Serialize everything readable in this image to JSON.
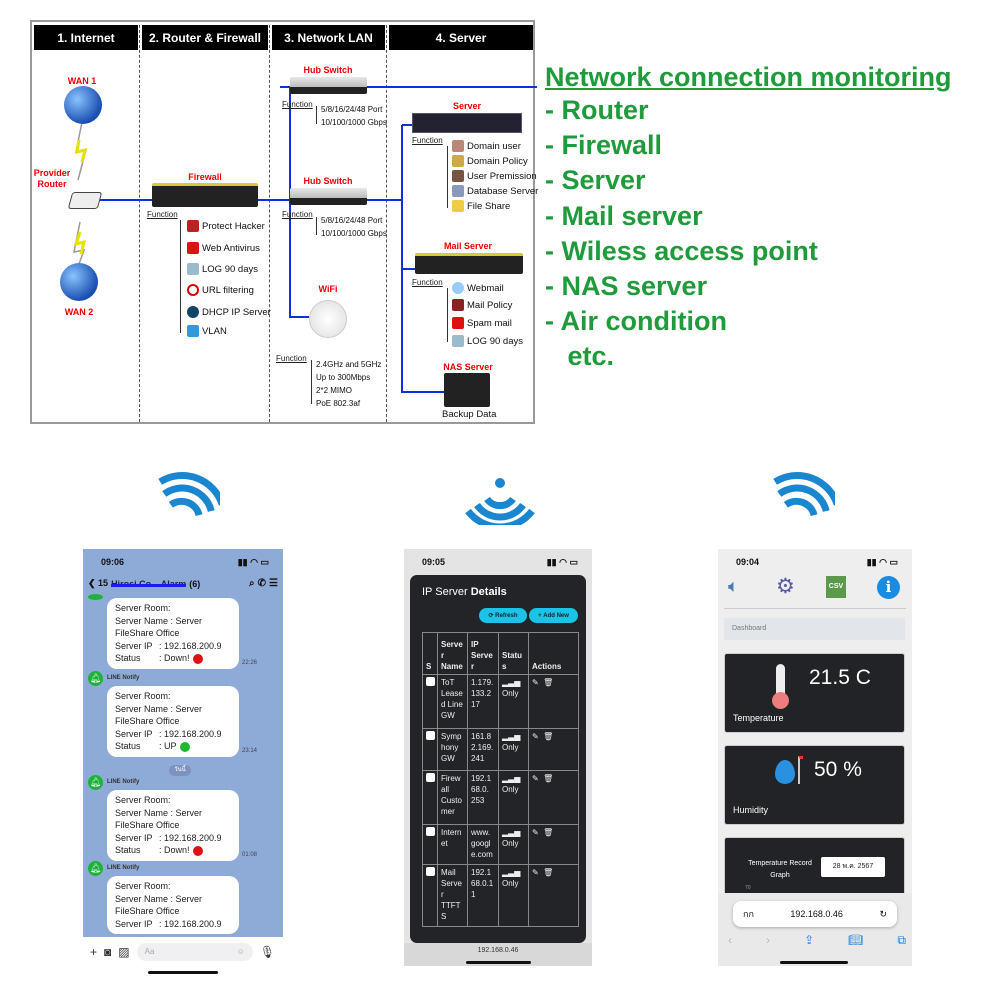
{
  "diagram": {
    "columns": [
      "1. Internet",
      "2. Router & Firewall",
      "3. Network LAN",
      "4. Server"
    ],
    "wan1": "WAN 1",
    "wan2": "WAN 2",
    "provider_router": [
      "Provider",
      "Router"
    ],
    "firewall": {
      "label": "Firewall",
      "function": "Function",
      "items": [
        "Protect Hacker",
        "Web Antivirus",
        "LOG 90 days",
        "URL filtering",
        "DHCP IP  Server",
        "VLAN"
      ]
    },
    "hub1": {
      "label": "Hub Switch",
      "function": "Function",
      "items": [
        "5/8/16/24/48 Port",
        "10/100/1000 Gbps"
      ]
    },
    "hub2": {
      "label": "Hub Switch",
      "function": "Function",
      "items": [
        "5/8/16/24/48 Port",
        "10/100/1000 Gbps"
      ]
    },
    "wifi": {
      "label": "WiFi",
      "function": "Function",
      "items": [
        "2.4GHz and 5GHz",
        "Up to 300Mbps",
        "2*2 MIMO",
        "PoE 802.3af"
      ]
    },
    "server": {
      "label": "Server",
      "function": "Function",
      "items": [
        "Domain user",
        "Domain Policy",
        "User Premission",
        "Database Server",
        "File Share"
      ]
    },
    "mail": {
      "label": "Mail Server",
      "function": "Function",
      "items": [
        "Webmail",
        "Mail Policy",
        "Spam mail",
        "LOG 90 days"
      ]
    },
    "nas": {
      "label": "NAS Server",
      "caption": "Backup Data"
    }
  },
  "monitoring": {
    "title": "Network connection monitoring",
    "items": [
      "- Router",
      "- Firewall",
      "- Server",
      "- Mail server",
      "- Wiless access point",
      "- NAS server",
      "- Air condition",
      "   etc."
    ]
  },
  "colors": {
    "green": "#1f9b3c",
    "wifi_blue": "#1a86d0",
    "up": "#1fb82e",
    "down": "#e01010",
    "accent": "#19c4e6"
  },
  "line_app": {
    "time": "09:06",
    "back": "15",
    "title": "Hirosi Co... Alarm",
    "count": "(6)",
    "sender": "LINE Notify",
    "day_pill": "วันนี้",
    "input_placeholder": "Aa",
    "messages": [
      {
        "lines": [
          [
            "Server Room:",
            ""
          ],
          [
            "Server Name : Server",
            ""
          ],
          [
            "FileShare Office",
            ""
          ],
          [
            "Server IP",
            ": 192.168.200.9"
          ],
          [
            "Status",
            ": Down!"
          ]
        ],
        "status": "down",
        "time": "22:26"
      },
      {
        "lines": [
          [
            "Server Room:",
            ""
          ],
          [
            "Server Name : Server",
            ""
          ],
          [
            "FileShare Office",
            ""
          ],
          [
            "Server IP",
            ": 192.168.200.9"
          ],
          [
            "Status",
            ": UP"
          ]
        ],
        "status": "up",
        "time": "23:14"
      },
      {
        "lines": [
          [
            "Server Room:",
            ""
          ],
          [
            "Server Name : Server",
            ""
          ],
          [
            "FileShare Office",
            ""
          ],
          [
            "Server IP",
            ": 192.168.200.9"
          ],
          [
            "Status",
            ": Down!"
          ]
        ],
        "status": "down",
        "time": "01:08"
      },
      {
        "lines": [
          [
            "Server Room:",
            ""
          ],
          [
            "Server Name : Server",
            ""
          ],
          [
            "FileShare Office",
            ""
          ],
          [
            "Server IP",
            ": 192.168.200.9"
          ]
        ],
        "status": "",
        "time": ""
      }
    ]
  },
  "ip_app": {
    "time": "09:05",
    "title_a": "IP Server ",
    "title_b": "Details",
    "refresh": "Refresh",
    "add_new": "Add New",
    "headers": [
      "S",
      "Serve r Name",
      "IP Serve r",
      "Statu s",
      "Actions"
    ],
    "rows": [
      {
        "name": "ToT Lease d Line GW",
        "ip": "1.179. 133.2 17",
        "status": "Only"
      },
      {
        "name": "Symp hony GW",
        "ip": "161.8 2.169. 241",
        "status": "Only"
      },
      {
        "name": "Firew all Custo mer",
        "ip": "192.1 68.0. 253",
        "status": "Only"
      },
      {
        "name": "Intern et",
        "ip": "www. googl e.com",
        "status": "Only"
      },
      {
        "name": "Mail Serve r TTFT S",
        "ip": "192.1 68.0.1 1",
        "status": "Only"
      }
    ],
    "url": "192.168.0.46"
  },
  "dash_app": {
    "time": "09:04",
    "breadcrumb": "Dashboard",
    "temperature": {
      "value": "21.5 C",
      "label": "Temperature"
    },
    "humidity": {
      "value": "50 %",
      "label": "Humidity"
    },
    "graph": {
      "title": "Temperature Record Graph",
      "date": "28 พ.ค. 2567",
      "y_tick": "70"
    },
    "aa": "กก",
    "url": "192.168.0.46"
  }
}
